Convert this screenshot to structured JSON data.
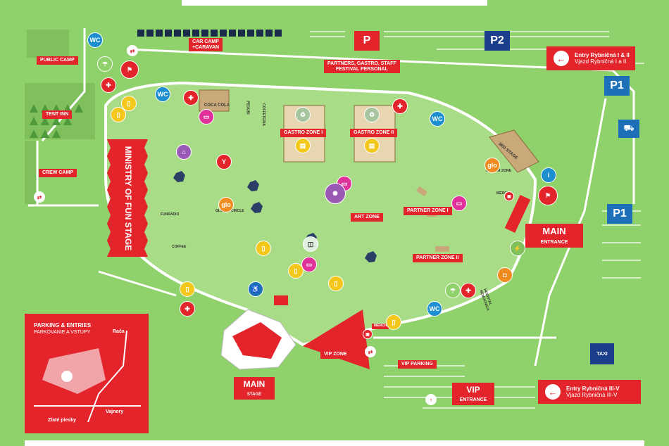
{
  "colors": {
    "grass": "#8fd16a",
    "red": "#e3242b",
    "blue": "#1d6fb8",
    "navy": "#1c3f8c",
    "road": "#ffffff",
    "paved": "#cfe8b8"
  },
  "labels": {
    "public_camp": "PUBLIC CAMP",
    "tent_inn": "TENT INN",
    "crew_camp": "CREW CAMP",
    "car_camp": "CAR CAMP\n+CARAVAN",
    "partners": "PARTNERS, GASTRO, STAFF\nFESTIVAL PERSONAL",
    "coca_cola": "COCA COLA",
    "gastro_1": "GASTRO ZONE I",
    "gastro_2": "GASTRO ZONE II",
    "third_stage": "3RD STAGE",
    "art_zone": "ART ZONE",
    "partner_1": "PARTNER ZONE I",
    "partner_2": "PARTNER ZONE II",
    "vip_zone": "VIP ZONE",
    "vip_parking": "VIP PARKING",
    "merch_1": "MERCH",
    "merch_2": "MERCH",
    "ministry": "MINISTRY OF FUN STAGE",
    "main_stage": "MAIN",
    "main_stage_sub": "STAGE",
    "main_entrance": "MAIN",
    "main_entrance_sub": "ENTRANCE",
    "vip_entrance": "VIP",
    "vip_entrance_sub": "ENTRANCE"
  },
  "small_labels": {
    "pedalo": "PEDOBI",
    "cafeteria": "COFFETERIA",
    "funradio": "FUNRADIO",
    "coffee": "COFFEE",
    "glo_circle": "GLO AIR CIRCLE",
    "glo_zone": "GLO AIR ZONE",
    "nemocnica": "HOSPITAL\nNEMOCNICA",
    "wc": "WC"
  },
  "parking": {
    "p": "P",
    "p2": "P2",
    "p1a": "P1",
    "p1b": "P1"
  },
  "taxi": "TAXI",
  "entry_top": {
    "line1": "Entry Rybničná I & II",
    "line2": "Vjazd Rybničná I a II"
  },
  "entry_bottom": {
    "line1": "Entry Rybničná III-V",
    "line2": "Vjazd Rybničná III-V"
  },
  "inset": {
    "title": "PARKING & ENTRIES",
    "subtitle": "PARKOVANIE A VSTUPY",
    "place_1": "Rača",
    "place_2": "Vajnory",
    "place_3": "Zlaté piesky"
  }
}
